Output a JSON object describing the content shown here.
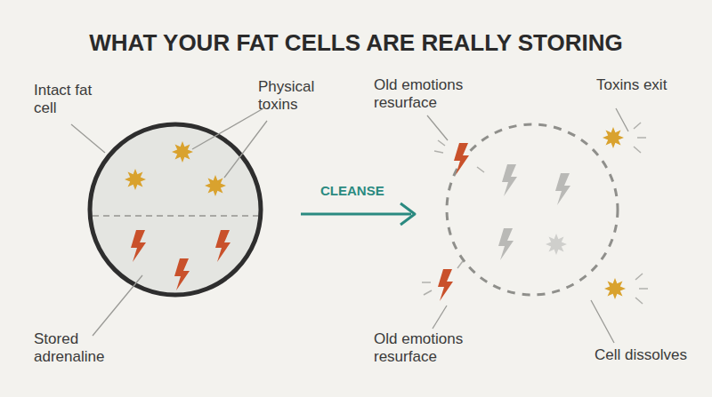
{
  "diagram": {
    "title": "WHAT YOUR FAT CELLS ARE REALLY STORING",
    "labels": [
      "Intact fat cell",
      "Physical toxins",
      "Stored adrenaline",
      "CLEANSE",
      "Old emotions resurface",
      "Toxins exit",
      "Old emotions resurface",
      "Cell dissolves"
    ]
  }
}
